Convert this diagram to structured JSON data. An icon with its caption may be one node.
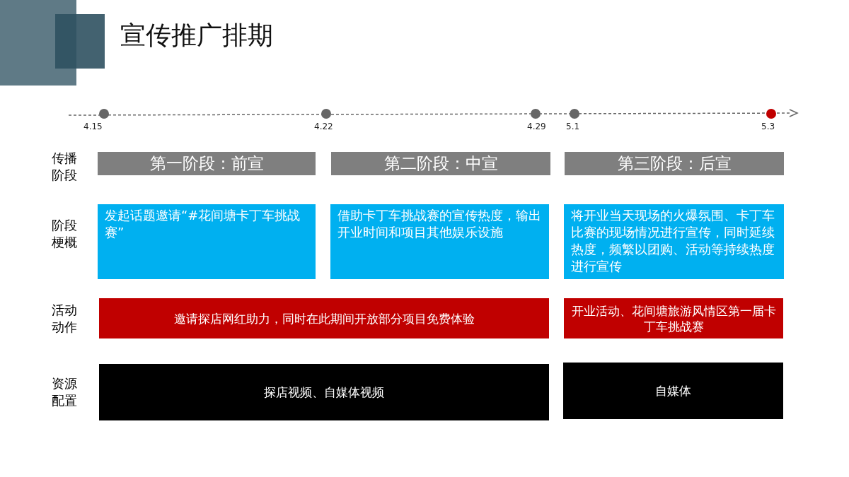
{
  "diagram": {
    "title": "宣传推广排期",
    "nodes": [
      {
        "text": [
          "第一阶段：前宣"
        ]
      },
      {
        "text": [
          "第二阶段：中宣"
        ]
      },
      {
        "text": [
          "第三阶段：后宣"
        ]
      },
      {
        "text": [
          "发起话题邀请“#花间塘卡丁车挑战赛”"
        ]
      },
      {
        "text": [
          "借助卡丁车挑战赛的宣传热度，输出开业时间和项目其他娱乐设施"
        ]
      },
      {
        "text": [
          "将开业当天现场的火爆氛围、卡丁车比赛的现场情况进行宣传，同时延续热度，频繁以团购、活动等持续热度进行宣传"
        ]
      },
      {
        "text": [
          "邀请探店网红助力，同时在此期间开放部分项目免费体验"
        ]
      },
      {
        "text": [
          "开业活动、花间塘旅游风情区第一届卡丁车挑战赛"
        ]
      },
      {
        "text": [
          "探店视频、自媒体视频"
        ]
      },
      {
        "text": [
          "自媒体"
        ]
      }
    ],
    "labels": [
      "4.15",
      "4.22",
      "4.29",
      "5.1",
      "5.3",
      "传播阶段",
      "阶段梗概",
      "活动动作",
      "资源配置"
    ]
  }
}
